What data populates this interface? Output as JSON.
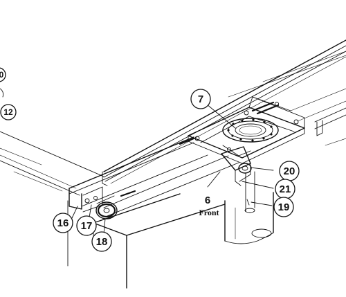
{
  "callouts": {
    "c6": "6",
    "c7": "7",
    "c12": "12",
    "c16": "16",
    "c17": "17",
    "c18": "18",
    "c19": "19",
    "c20": "20",
    "c21": "21",
    "c_partial_top": "0"
  },
  "labels": {
    "front": "Front"
  }
}
